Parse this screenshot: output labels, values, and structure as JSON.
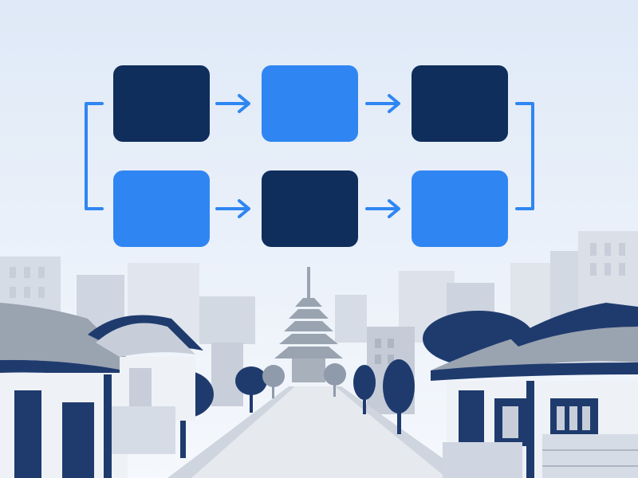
{
  "colors": {
    "sky_top": "#dfe9f7",
    "sky_bottom": "#f5f8fc",
    "dark_box": "#0f2e5c",
    "light_box": "#2f86f2",
    "arrow": "#2f86f2",
    "city_far": "#d9dee7",
    "city_mid": "#bdc5d1",
    "roof_gray": "#9aa3b0",
    "wall_white": "#eef1f5",
    "navy": "#1f3b6e",
    "road": "#e4e7ec"
  },
  "flow": {
    "rows": [
      {
        "boxes": [
          "dark",
          "light",
          "dark"
        ],
        "direction": "left-to-right"
      },
      {
        "boxes": [
          "light",
          "dark",
          "light"
        ],
        "direction": "left-to-right"
      }
    ],
    "connectors": [
      "row1-end-to-row2-end",
      "row2-start-to-row1-start"
    ]
  },
  "scene": {
    "elements": [
      "city-skyline",
      "pagoda",
      "hanok-left",
      "hanok-right",
      "trees",
      "road"
    ]
  }
}
